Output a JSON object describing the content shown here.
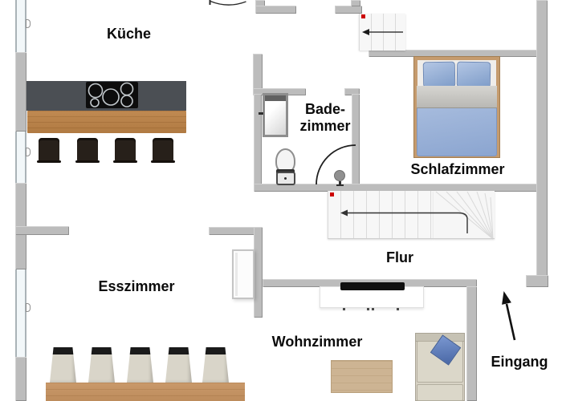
{
  "rooms": {
    "kitchen": {
      "label": "Küche"
    },
    "bathroom": {
      "label_line1": "Bade-",
      "label_line2": "zimmer"
    },
    "bedroom": {
      "label": "Schlafzimmer"
    },
    "dining_room": {
      "label": "Esszimmer"
    },
    "hallway": {
      "label": "Flur"
    },
    "living_room": {
      "label": "Wohnzimmer"
    },
    "entrance": {
      "label": "Eingang"
    }
  },
  "colors": {
    "wall": "#bcbcbc",
    "window": "#f2f7f9",
    "counter": "#4b4f54",
    "wood": "#c08a52",
    "table_wood": "#c9996a",
    "coffee_table": "#cdb493",
    "stool": "#27201a",
    "chair_seat": "#d9d5c9",
    "chair_top": "#1b1b1b",
    "bed_frame": "#c59b6e",
    "sofa": "#d8d3c5",
    "red_dot": "#cc0000"
  }
}
